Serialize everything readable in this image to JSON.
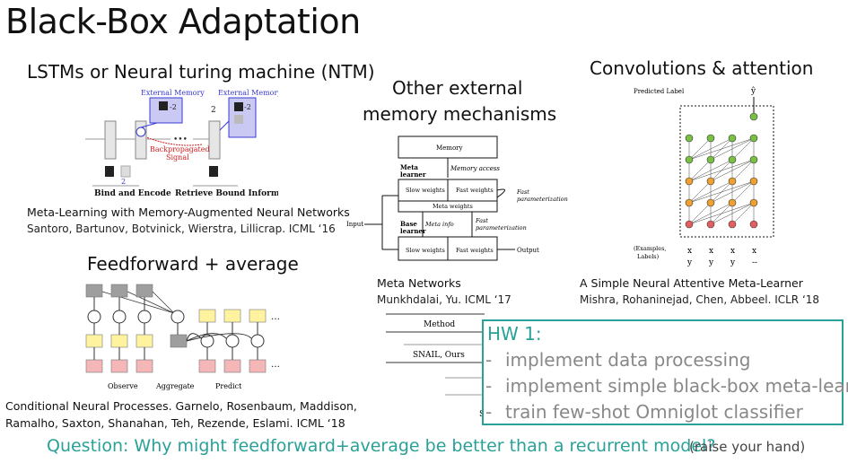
{
  "slide": {
    "title": "Black-Box Adaptation"
  },
  "sections": {
    "lstm": {
      "heading": "LSTMs or Neural turing machine (NTM)",
      "cite_title": "Meta-Learning with Memory-Augmented Neural Networks",
      "cite_authors": "Santoro, Bartunov, Botvinick, Wierstra, Lillicrap. ICML ‘16",
      "fig": {
        "external_memory_1": "External Memory",
        "external_memory_2": "External Memory",
        "backprop": "Backpropagated",
        "signal": "Signal",
        "dots": "•••",
        "bind": "Bind and Encode",
        "retrieve": "Retrieve Bound Information",
        "num2a": "2",
        "num2b": "2",
        "neg2a": "-2",
        "neg2b": "-2"
      }
    },
    "other": {
      "heading_line1": "Other external",
      "heading_line2": "memory mechanisms",
      "cite_title": "Meta Networks",
      "cite_authors": "Munkhdalai, Yu. ICML ‘17",
      "fig": {
        "memory": "Memory",
        "memory_access": "Memory access",
        "meta_learner_1": "Meta",
        "meta_learner_2": "learner",
        "slow_weights_1": "Slow weights",
        "fast_weights_1": "Fast weights",
        "meta_weights": "Meta weights",
        "fast_param_1a": "Fast",
        "fast_param_1b": "parameterization",
        "input": "Input",
        "base_learner_1": "Base",
        "base_learner_2": "learner",
        "meta_info": "Meta info",
        "fast_param_2a": "Fast",
        "fast_param_2b": "parameterization",
        "slow_weights_2": "Slow weights",
        "fast_weights_2": "Fast weights",
        "output": "Output"
      }
    },
    "conv": {
      "heading": "Convolutions & attention",
      "cite_title": "A Simple Neural Attentive Meta-Learner",
      "cite_authors": "Mishra, Rohaninejad, Chen, Abbeel. ICLR ‘18",
      "fig": {
        "predicted_label": "Predicted Label",
        "examples_1": "(Examples,",
        "examples_2": "Labels)"
      }
    },
    "feedforward": {
      "heading": "Feedforward + average",
      "cite_line1": "Conditional Neural Processes. Garnelo, Rosenbaum, Maddison,",
      "cite_line2": "Ramalho, Saxton, Shanahan, Teh, Rezende, Eslami. ICML ‘18",
      "fig": {
        "observe": "Observe",
        "aggregate": "Aggregate",
        "predict": "Predict",
        "dots1": "…",
        "dots2": "…"
      }
    },
    "table": {
      "method": "Method",
      "snail": "SNAIL, Ours",
      "s": "S"
    }
  },
  "homework": {
    "title": "HW 1:",
    "items": [
      "implement data processing",
      "implement simple black-box meta-learner",
      "train few-shot Omniglot classifier"
    ]
  },
  "question": {
    "label": "Question",
    "text": ": Why might feedforward+average be better than a recurrent model?",
    "aside": "(raise your hand)"
  },
  "colors": {
    "accent": "#2aa198",
    "memory_blue": "#3a3ad0",
    "backprop_red": "#d02020",
    "node_green": "#7ac143",
    "node_orange": "#f0a030",
    "node_red": "#e06060",
    "box_gray": "#9e9e9e",
    "box_yellow": "#fff3a0",
    "box_pink": "#f4b6b6"
  }
}
